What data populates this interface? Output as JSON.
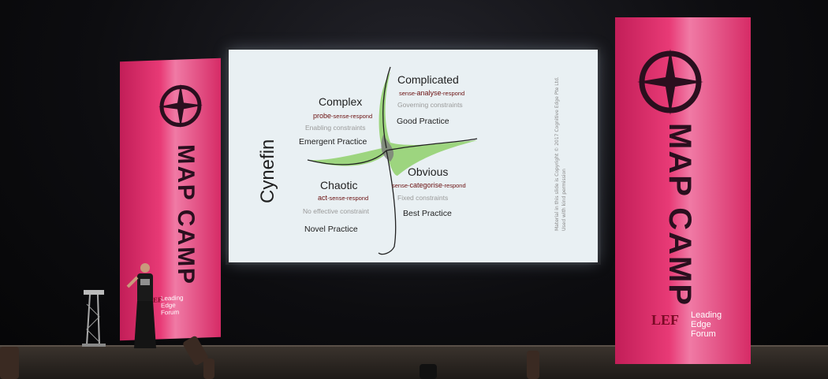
{
  "slide": {
    "title": "Cynefin",
    "complex": {
      "title": "Complex",
      "approach_pre": "",
      "approach_key": "probe",
      "approach_post": "-sense-respond",
      "constraint": "Enabling constraints",
      "practice": "Emergent Practice"
    },
    "complicated": {
      "title": "Complicated",
      "approach_pre": "sense-",
      "approach_key": "analyse",
      "approach_post": "-respond",
      "constraint": "Governing constraints",
      "practice": "Good Practice"
    },
    "chaotic": {
      "title": "Chaotic",
      "approach_pre": "",
      "approach_key": "act",
      "approach_post": "-sense-respond",
      "constraint": "No effective constraint",
      "practice": "Novel Practice"
    },
    "obvious": {
      "title": "Obvious",
      "approach_pre": "sense-",
      "approach_key": "categorise",
      "approach_post": "-respond",
      "constraint": "Fixed constraints",
      "practice": "Best Practice"
    },
    "copyright_line1": "Material in this slide is Copyright © 2017 Cognitive Edge Pte Ltd.",
    "copyright_line2": "Used with kind permission"
  },
  "banners": {
    "left": {
      "title": "MAP CAMP",
      "logo_line1": "Leading",
      "logo_line2": "Edge",
      "logo_line3": "Forum",
      "logo_mark": "LEF"
    },
    "right": {
      "title": "MAP CAMP",
      "logo_line1": "Leading",
      "logo_line2": "Edge",
      "logo_line3": "Forum",
      "logo_mark": "LEF"
    }
  },
  "colors": {
    "banner": "#e0336f",
    "slide_bg": "#e9f0f3",
    "cynefin_green": "#4caf1f",
    "approach_red": "#6a1010"
  }
}
